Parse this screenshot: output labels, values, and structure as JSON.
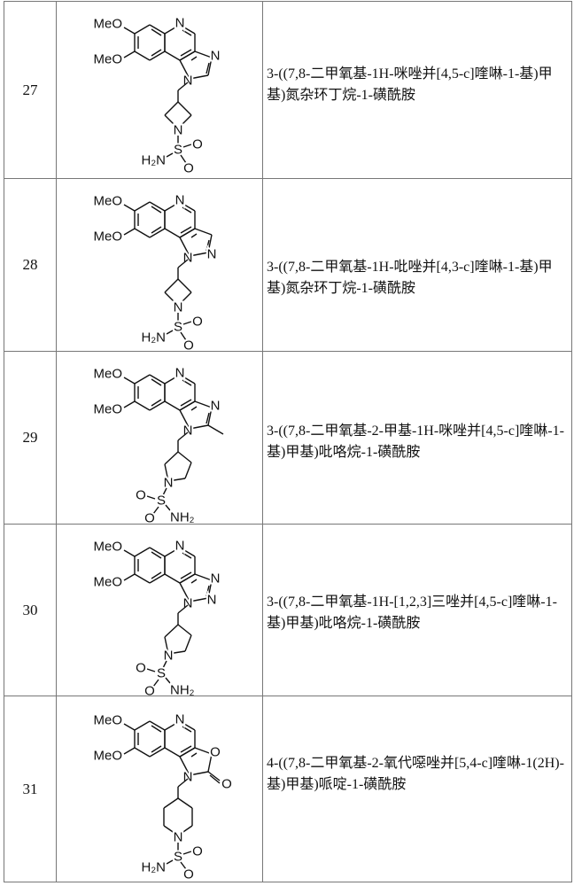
{
  "rows": [
    {
      "number": "27",
      "ring": "imidazole",
      "tail": "azetidine",
      "name": "3-((7,8-二甲氧基-1H-咪唑并[4,5-c]喹啉-1-基)甲基)氮杂环丁烷-1-磺酰胺",
      "labels": {
        "meo1": "MeO",
        "meo2": "MeO",
        "n_quin": "N",
        "a1": "N",
        "a2": "",
        "a3": "N",
        "n_ring": "N",
        "s": "S",
        "o1": "O",
        "o2": "O",
        "nh2": "H₂N",
        "extra": ""
      }
    },
    {
      "number": "28",
      "ring": "pyrazole",
      "tail": "azetidine",
      "name": "3-((7,8-二甲氧基-1H-吡唑并[4,3-c]喹啉-1-基)甲基)氮杂环丁烷-1-磺酰胺",
      "labels": {
        "meo1": "MeO",
        "meo2": "MeO",
        "n_quin": "N",
        "a1": "",
        "a2": "N",
        "a3": "N",
        "n_ring": "N",
        "s": "S",
        "o1": "O",
        "o2": "O",
        "nh2": "H₂N",
        "extra": ""
      }
    },
    {
      "number": "29",
      "ring": "methylimidazole",
      "tail": "pyrrolidine",
      "name": "3-((7,8-二甲氧基-2-甲基-1H-咪唑并[4,5-c]喹啉-1-基)甲基)吡咯烷-1-磺酰胺",
      "labels": {
        "meo1": "MeO",
        "meo2": "MeO",
        "n_quin": "N",
        "a1": "N",
        "a2": "",
        "a3": "N",
        "n_ring": "N",
        "s": "S",
        "o1": "O",
        "o2": "O",
        "nh2": "NH₂",
        "extra": ""
      }
    },
    {
      "number": "30",
      "ring": "triazole",
      "tail": "pyrrolidine",
      "name": "3-((7,8-二甲氧基-1H-[1,2,3]三唑并[4,5-c]喹啉-1-基)甲基)吡咯烷-1-磺酰胺",
      "labels": {
        "meo1": "MeO",
        "meo2": "MeO",
        "n_quin": "N",
        "a1": "N",
        "a2": "N",
        "a3": "N",
        "n_ring": "N",
        "s": "S",
        "o1": "O",
        "o2": "O",
        "nh2": "NH₂",
        "extra": ""
      }
    },
    {
      "number": "31",
      "ring": "oxazolone",
      "tail": "piperidine",
      "name": "4-((7,8-二甲氧基-2-氧代噁唑并[5,4-c]喹啉-1(2H)-基)甲基)哌啶-1-磺酰胺",
      "labels": {
        "meo1": "MeO",
        "meo2": "MeO",
        "n_quin": "N",
        "a1": "O",
        "a2": "",
        "a3": "N",
        "n_ring": "N",
        "s": "S",
        "o1": "O",
        "o2": "O",
        "nh2": "H₂N",
        "extra": "O"
      }
    }
  ]
}
